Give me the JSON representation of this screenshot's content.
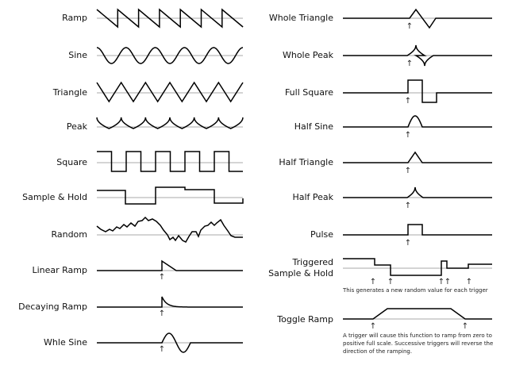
{
  "left_column": [
    {
      "label": "Ramp"
    },
    {
      "label": "Sine"
    },
    {
      "label": "Triangle"
    },
    {
      "label": "Peak"
    },
    {
      "label": "Square"
    },
    {
      "label": "Sample & Hold"
    },
    {
      "label": "Random"
    },
    {
      "label": "Linear Ramp"
    },
    {
      "label": "Decaying Ramp"
    },
    {
      "label": "Whle Sine"
    }
  ],
  "right_column": [
    {
      "label": "Whole Triangle"
    },
    {
      "label": "Whole Peak"
    },
    {
      "label": "Full Square"
    },
    {
      "label": "Half Sine"
    },
    {
      "label": "Half Triangle"
    },
    {
      "label": "Half Peak"
    },
    {
      "label": "Pulse"
    },
    {
      "label_line1": "Triggered",
      "label_line2": "Sample & Hold"
    },
    {
      "label": "Toggle Ramp"
    }
  ],
  "notes": {
    "triggered_sample_hold": "This generates a new random value for each trigger",
    "toggle_ramp": "A trigger will cause this function to ramp from zero to positive full scale. Successive triggers will reverse the direction of the ramping."
  },
  "trigger_symbol": "↑"
}
